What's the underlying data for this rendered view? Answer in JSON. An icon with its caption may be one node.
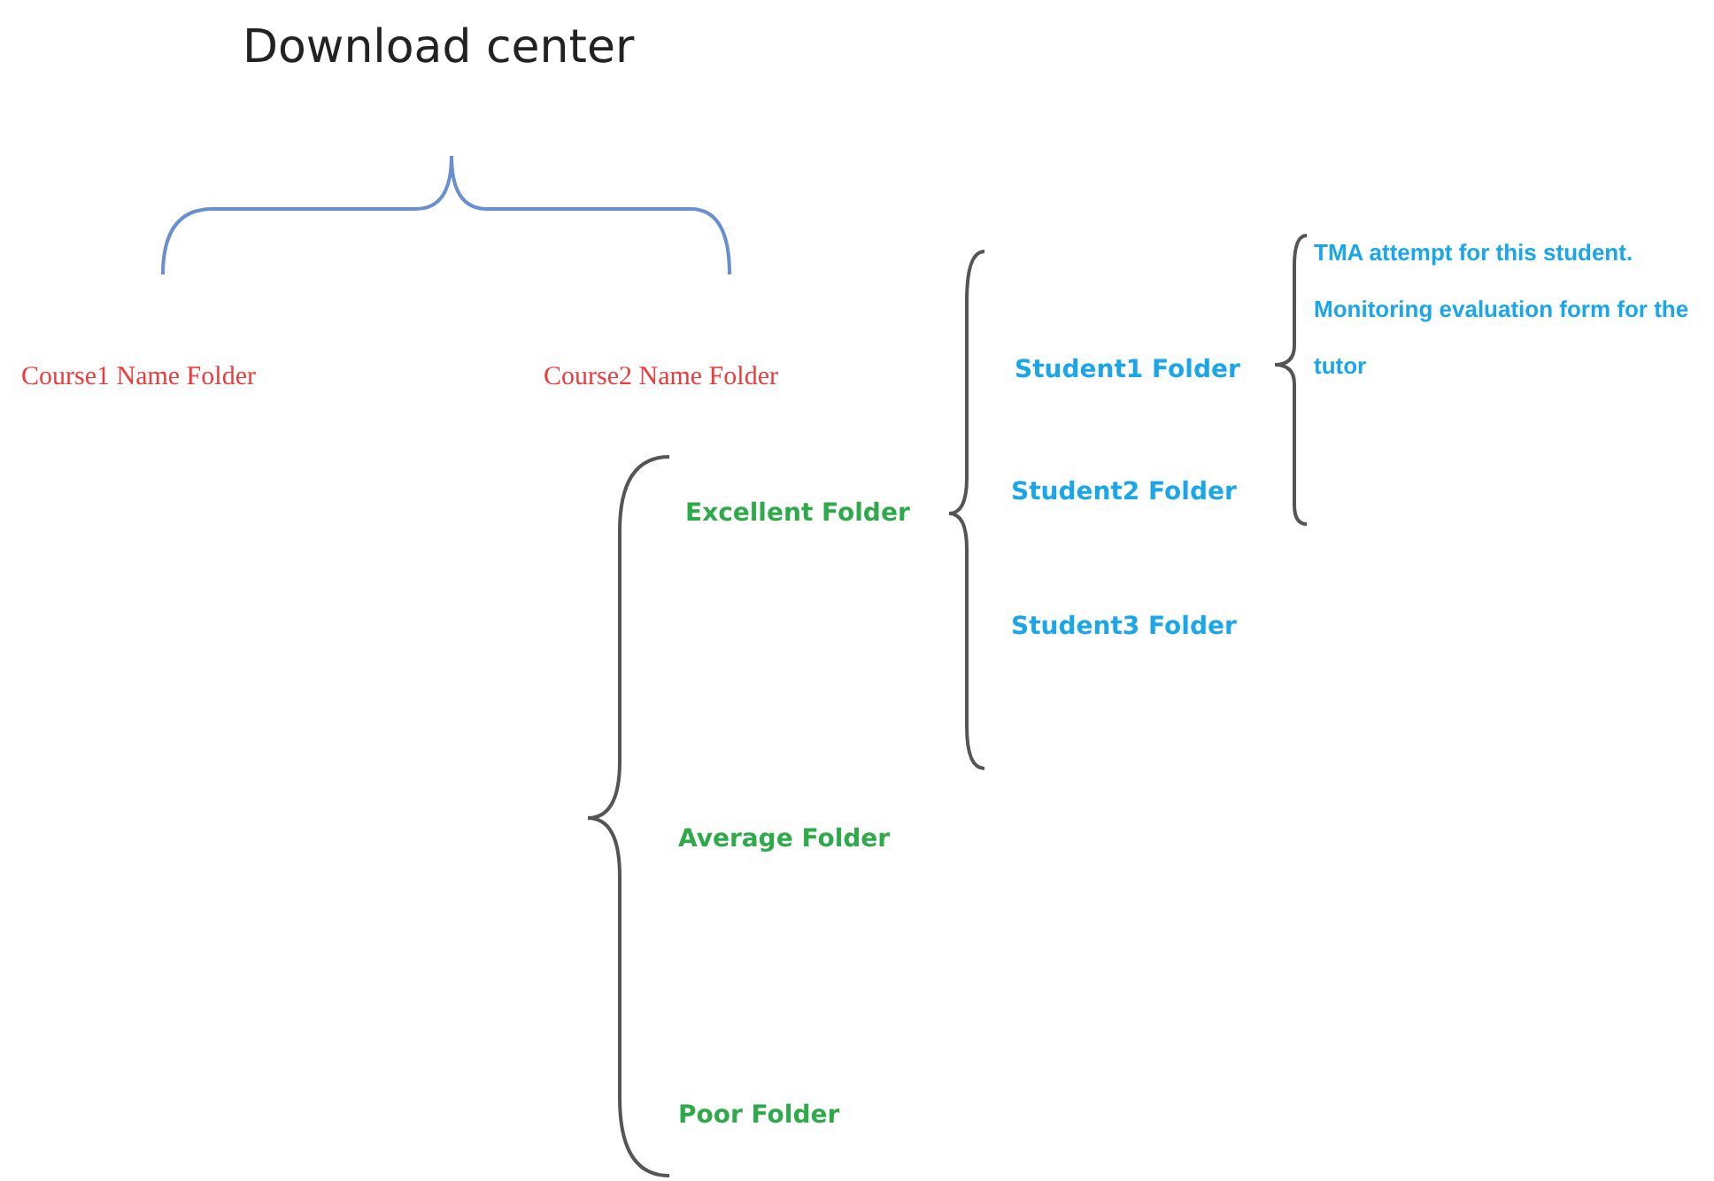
{
  "diagram": {
    "title": "Download center",
    "labels": [
      "Course1 Name Folder",
      "Course2 Name Folder",
      "Student1 Folder",
      "TMA attempt for this student. Monitoring evaluation form for the tutor",
      "Student2 Folder",
      "Excellent Folder",
      "Student3 Folder",
      "Average Folder",
      "Poor Folder"
    ]
  }
}
